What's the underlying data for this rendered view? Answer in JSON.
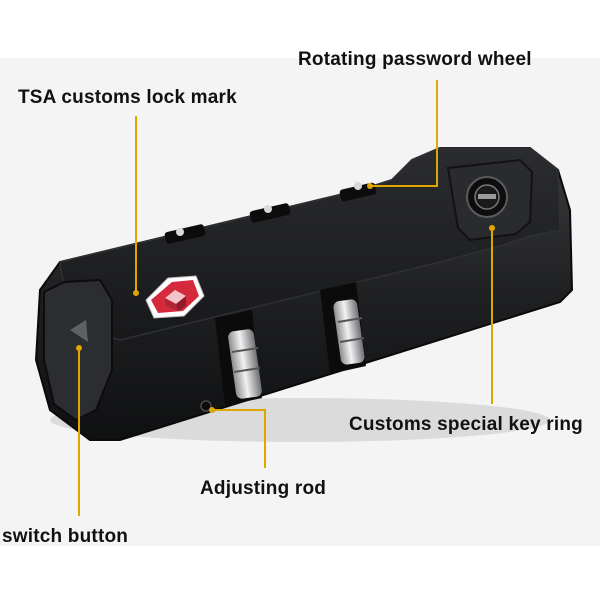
{
  "callouts": {
    "rotating_wheel": "Rotating password wheel",
    "tsa_mark": "TSA customs lock mark",
    "key_ring": "Customs special key ring",
    "adjusting_rod": "Adjusting rod",
    "switch_button": "switch button"
  },
  "colors": {
    "leader_line": "#e0a600",
    "lock_body": "#1e1f21",
    "tsa_badge": "#d42a3c"
  },
  "icons": {
    "lock": "tsa-lock-icon",
    "badge": "tsa-diamond-icon"
  }
}
